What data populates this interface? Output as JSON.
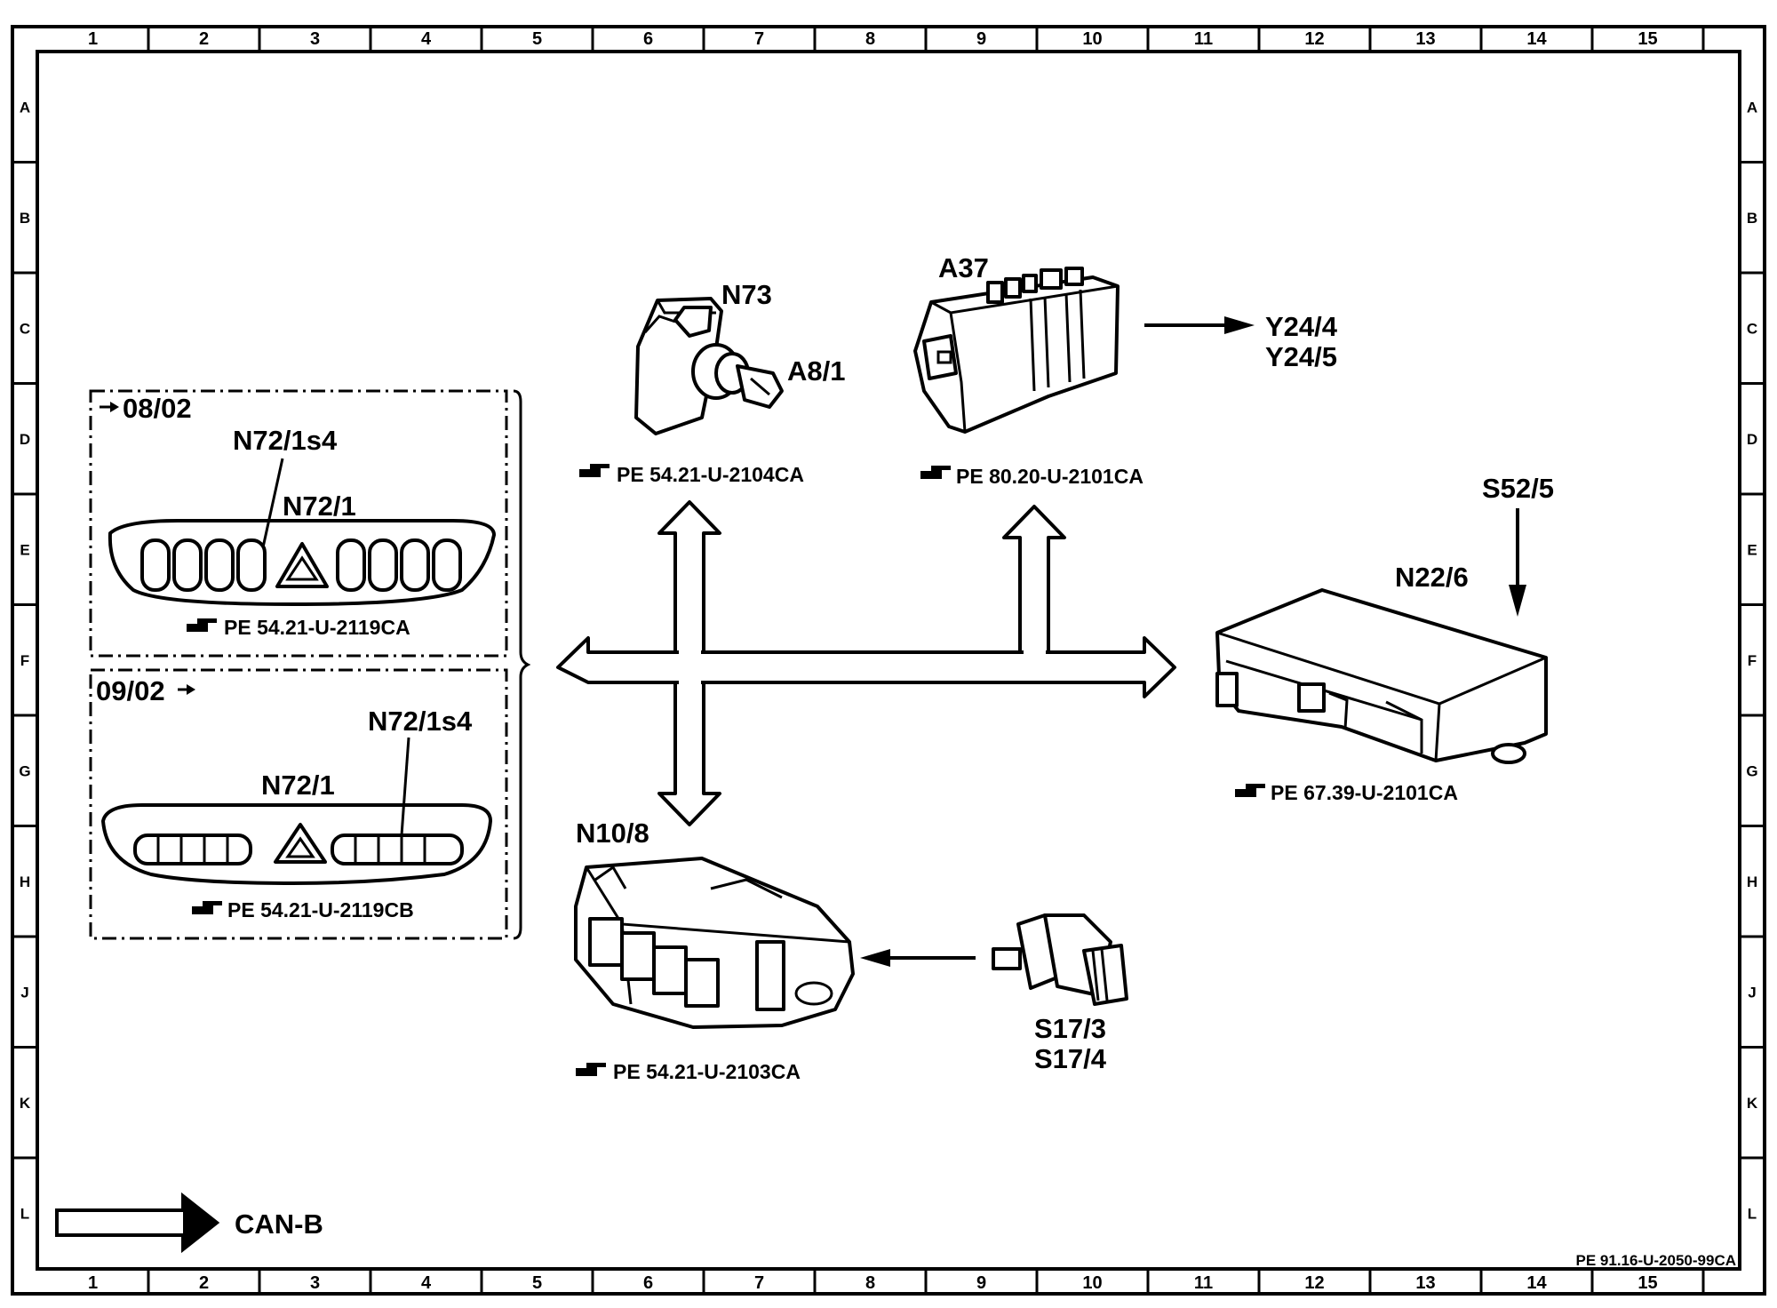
{
  "grid": {
    "columns": [
      "1",
      "2",
      "3",
      "4",
      "5",
      "6",
      "7",
      "8",
      "9",
      "10",
      "11",
      "12",
      "13",
      "14",
      "15"
    ],
    "rows": [
      "A",
      "B",
      "C",
      "D",
      "E",
      "F",
      "G",
      "H",
      "J",
      "K",
      "L"
    ]
  },
  "components": {
    "n73": "N73",
    "a8_1": "A8/1",
    "a37": "A37",
    "y24_4": "Y24/4",
    "y24_5": "Y24/5",
    "s52_5": "S52/5",
    "n22_6": "N22/6",
    "n10_8": "N10/8",
    "s17_3": "S17/3",
    "s17_4": "S17/4",
    "n72_1s4_top": "N72/1s4",
    "n72_1_top": "N72/1",
    "n72_1s4_bottom": "N72/1s4",
    "n72_1_bottom": "N72/1"
  },
  "variants": {
    "upto": "08/02",
    "from": "09/02"
  },
  "references": {
    "n73_ref": "PE 54.21-U-2104CA",
    "a37_ref": "PE 80.20-U-2101CA",
    "n22_6_ref": "PE 67.39-U-2101CA",
    "n10_8_ref": "PE 54.21-U-2103CA",
    "n72_top_ref": "PE 54.21-U-2119CA",
    "n72_bottom_ref": "PE 54.21-U-2119CB"
  },
  "legend": {
    "label": "CAN-B"
  },
  "footer": {
    "doc_id": "PE 91.16-U-2050-99CA"
  }
}
